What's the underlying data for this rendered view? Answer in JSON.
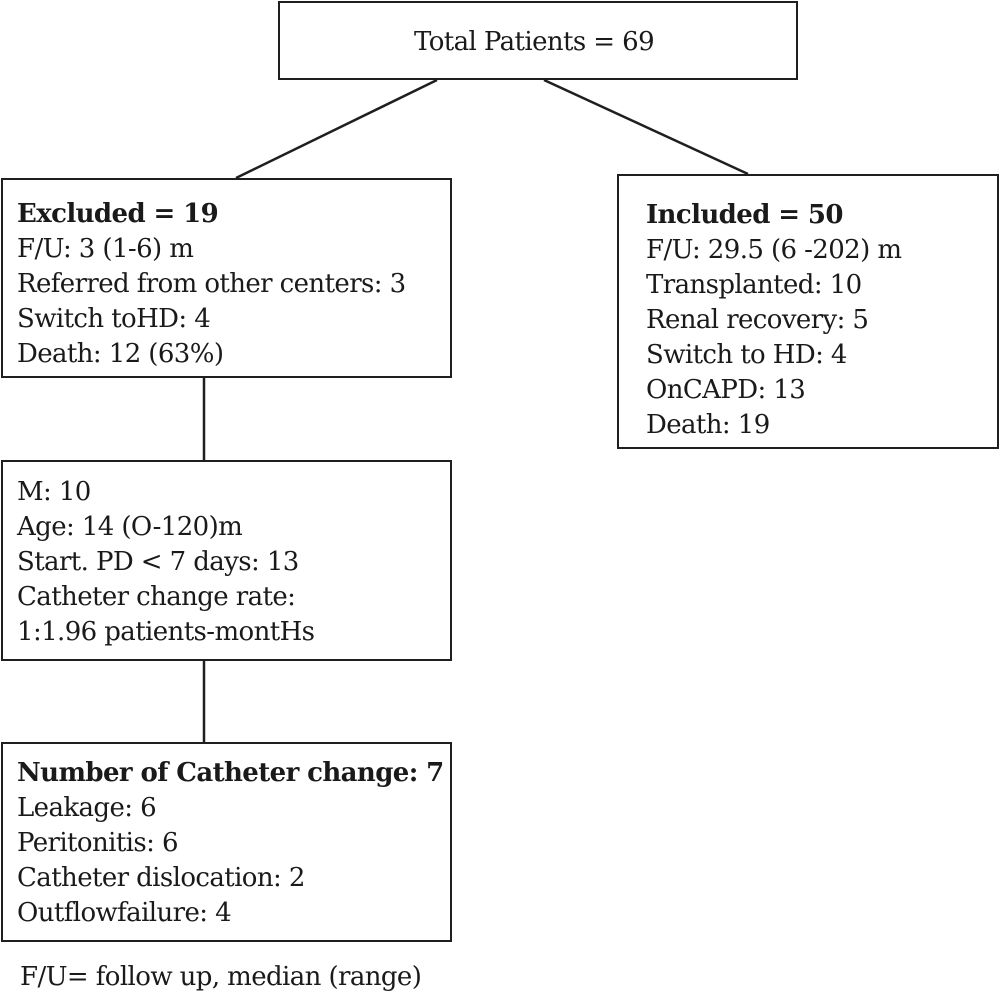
{
  "colors": {
    "stroke": "#1f1f1f",
    "text": "#1a1a1a",
    "background": "#ffffff"
  },
  "total": {
    "label": "Total Patients = 69"
  },
  "excluded": {
    "title": "Excluded = 19",
    "lines": [
      "F/U: 3 (1-6) m",
      "Referred from other centers: 3",
      "Switch toHD: 4",
      "Death: 12 (63%)"
    ]
  },
  "included": {
    "title": "Included = 50",
    "lines": [
      "F/U: 29.5 (6 -202) m",
      "Transplanted: 10",
      "Renal recovery: 5",
      "Switch to HD: 4",
      "OnCAPD: 13",
      "Death: 19"
    ]
  },
  "details": {
    "lines": [
      "M: 10",
      "Age: 14 (O-120)m",
      "Start. PD < 7 days: 13",
      "Catheter change rate:",
      "1:1.96 patients-montHs"
    ]
  },
  "catheter": {
    "title": "Number of Catheter change: 7",
    "lines": [
      "Leakage: 6",
      "Peritonitis: 6",
      "Catheter dislocation: 2",
      "Outflowfailure: 4"
    ]
  },
  "footnote": "F/U= follow up, median (range)"
}
